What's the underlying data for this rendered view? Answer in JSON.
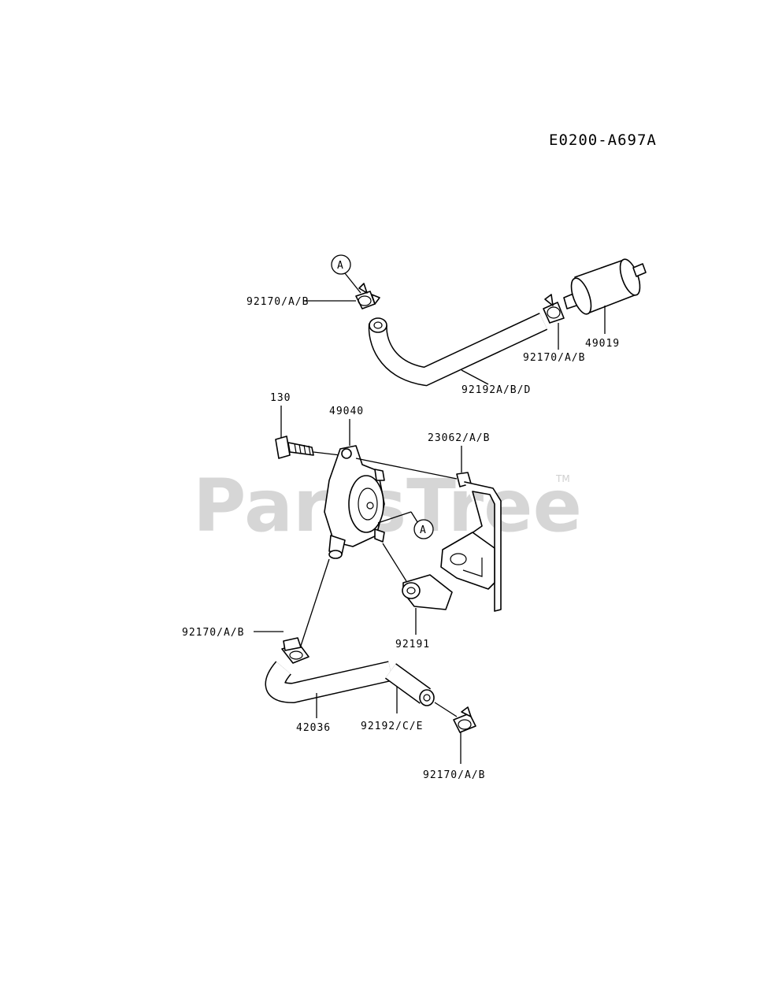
{
  "diagram_code": "E0200-A697A",
  "watermark": {
    "text": "PartsTree",
    "trademark": "TM"
  },
  "callout_marker": "A",
  "labels": {
    "clamp_top_left": "92170/A/B",
    "clamp_top_right": "92170/A/B",
    "fuel_filter": "49019",
    "hose_upper": "92192A/B/D",
    "bolt": "130",
    "fuel_pump": "49040",
    "bracket": "23062/A/B",
    "clamp_mid_left": "92170/A/B",
    "pump_fitting": "92191",
    "hose_lower": "42036",
    "hose_lower_short": "92192/C/E",
    "clamp_bottom": "92170/A/B"
  }
}
